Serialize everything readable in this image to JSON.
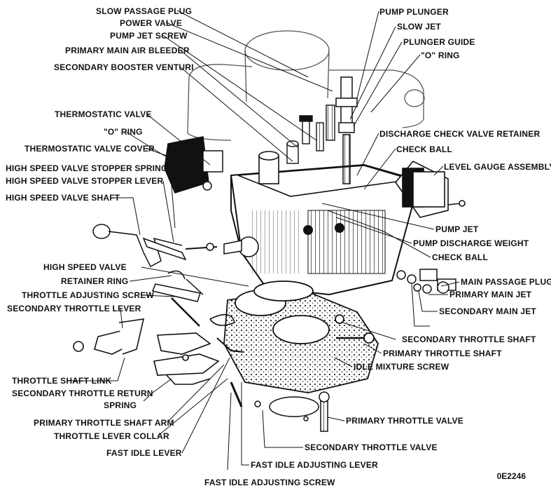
{
  "figure_code": "0E2246",
  "labels": {
    "slow_passage_plug": "SLOW PASSAGE PLUG",
    "power_valve": "POWER VALVE",
    "pump_jet_screw": "PUMP JET SCREW",
    "primary_main_air_bleeder": "PRIMARY MAIN AIR BLEEDER",
    "secondary_booster_venturi": "SECONDARY BOOSTER VENTURI",
    "thermostatic_valve": "THERMOSTATIC VALVE",
    "o_ring_left": "\"O\" RING",
    "thermostatic_valve_cover": "THERMOSTATIC VALVE COVER",
    "high_speed_valve_stopper_spring": "HIGH SPEED VALVE STOPPER SPRING",
    "high_speed_valve_stopper_lever": "HIGH SPEED VALVE STOPPER LEVER",
    "high_speed_valve_shaft": "HIGH SPEED VALVE SHAFT",
    "high_speed_valve": "HIGH SPEED VALVE",
    "retainer_ring": "RETAINER RING",
    "throttle_adjusting_screw": "THROTTLE ADJUSTING SCREW",
    "secondary_throttle_lever": "SECONDARY THROTTLE LEVER",
    "throttle_shaft_link": "THROTTLE SHAFT LINK",
    "secondary_throttle_return_spring_1": "SECONDARY THROTTLE RETURN",
    "secondary_throttle_return_spring_2": "SPRING",
    "primary_throttle_shaft_arm": "PRIMARY THROTTLE SHAFT ARM",
    "throttle_lever_collar": "THROTTLE LEVER COLLAR",
    "fast_idle_lever": "FAST IDLE LEVER",
    "fast_idle_adjusting_screw": "FAST IDLE ADJUSTING SCREW",
    "pump_plunger": "PUMP PLUNGER",
    "slow_jet": "SLOW JET",
    "plunger_guide": "PLUNGER GUIDE",
    "o_ring_right": "\"O\" RING",
    "discharge_check_valve_retainer": "DISCHARGE CHECK VALVE RETAINER",
    "check_ball_top": "CHECK BALL",
    "level_gauge_assembly": "LEVEL GAUGE ASSEMBLY",
    "pump_jet": "PUMP JET",
    "pump_discharge_weight": "PUMP DISCHARGE WEIGHT",
    "check_ball_bottom": "CHECK BALL",
    "main_passage_plug": "MAIN PASSAGE PLUG",
    "primary_main_jet": "PRIMARY MAIN JET",
    "secondary_main_jet": "SECONDARY MAIN JET",
    "secondary_throttle_shaft": "SECONDARY THROTTLE SHAFT",
    "primary_throttle_shaft": "PRIMARY THROTTLE SHAFT",
    "idle_mixture_screw": "IDLE MIXTURE SCREW",
    "primary_throttle_valve": "PRIMARY THROTTLE VALVE",
    "secondary_throttle_valve": "SECONDARY THROTTLE VALVE",
    "fast_idle_adjusting_lever": "FAST IDLE ADJUSTING LEVER"
  }
}
